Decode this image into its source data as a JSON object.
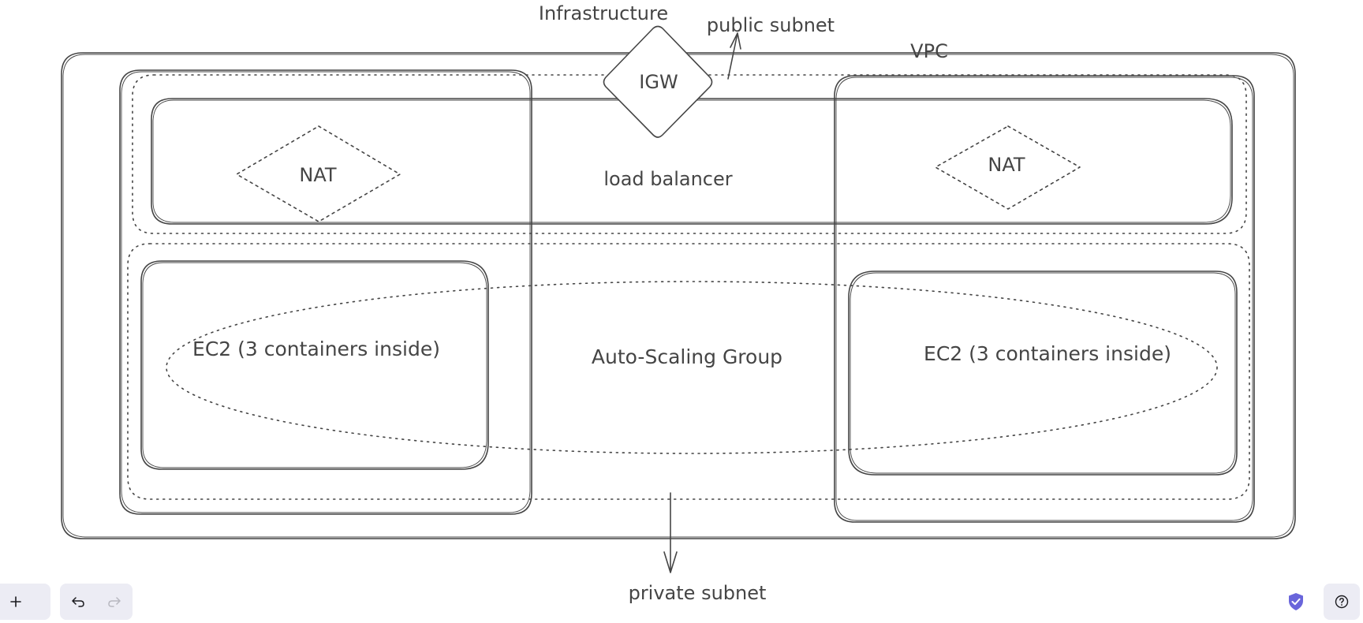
{
  "diagram": {
    "title": "Infrastructure",
    "public_subnet_label": "public subnet",
    "vpc_label": "VPC",
    "igw_label": "IGW",
    "nat_left_label": "NAT",
    "nat_right_label": "NAT",
    "load_balancer_label": "load balancer",
    "asg_label": "Auto-Scaling Group",
    "ec2_left_label": "EC2 (3 containers inside)",
    "ec2_right_label": "EC2 (3 containers inside)",
    "private_subnet_label": "private subnet"
  },
  "toolbar": {
    "zoom_in_icon": "plus-icon",
    "undo_icon": "undo-icon",
    "redo_icon": "redo-icon"
  },
  "status": {
    "shield_icon": "shield-check-icon",
    "shield_color": "#6965db",
    "help_icon": "help-circle-icon"
  },
  "colors": {
    "stroke": "#454545",
    "toolbar_bg": "#ececf4",
    "accent": "#1a73e8"
  }
}
